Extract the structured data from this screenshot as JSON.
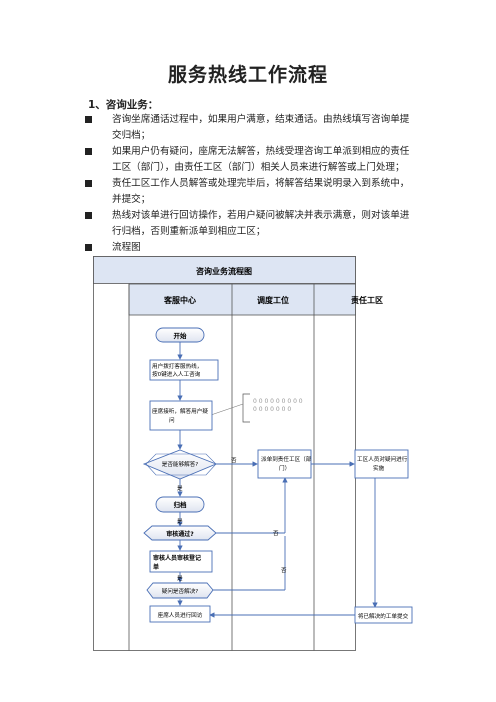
{
  "title": "服务热线工作流程",
  "section_heading": "1、咨询业务：",
  "bullets": [
    [
      "咨询坐席通话过程中，如果用户满意，结束通话。由热线填写咨询单提",
      "交归档；"
    ],
    [
      "如果用户仍有疑问，座席无法解答，热线受理咨询工单派到相应的责任",
      "工区（部门），由责任工区（部门）相关人员来进行解答或上门处理；"
    ],
    [
      "责任工区工作人员解答或处理完毕后，将解答结果说明录入到系统中，",
      "并提交；"
    ],
    [
      "热线对该单进行回访操作，若用户疑问被解决并表示满意，则对该单进",
      "行归档，否则重新派单到相应工区；"
    ],
    [
      "流程图"
    ]
  ],
  "diagram": {
    "title": "咨询业务流程图",
    "lanes": [
      "客服中心",
      "调度工位",
      "责任工区"
    ],
    "nodes": {
      "start": "开始",
      "dial": [
        "用户拨打客服热线，",
        "按0键进入人工咨询"
      ],
      "answer": [
        "座席接听，解答用户疑",
        "问"
      ],
      "can_answer": "是否能够解答?",
      "dispatch": [
        "派单到责任工区（部",
        "门）"
      ],
      "staff": [
        "工区人员对疑问进行",
        "实施"
      ],
      "archive": "归档",
      "audit_pass": "审核通过?",
      "auditor": [
        "审核人员审核登记",
        "单"
      ],
      "resolved": "疑问是否解决?",
      "callback": "座席人员进行回访",
      "submit": "将已解决的工单提交"
    },
    "edge_labels": {
      "no": "否",
      "yes": "是"
    },
    "note_text": [
      "0 0 0 0 0 0 0 0 0",
      "0 0 0 0 0 0 0"
    ]
  }
}
